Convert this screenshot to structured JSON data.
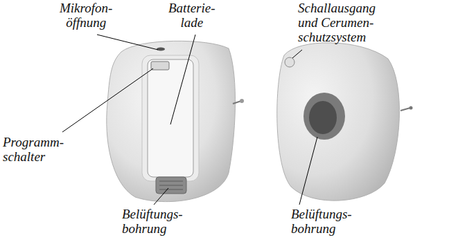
{
  "diagram": {
    "labels": [
      "Mikrofon- öffnung",
      "Batterie- lade",
      "Schallausgang und Cerumen- schutzsystem",
      "Programm- schalter",
      "Belüftungs- bohrung",
      "Belüftungs- bohrung"
    ]
  }
}
